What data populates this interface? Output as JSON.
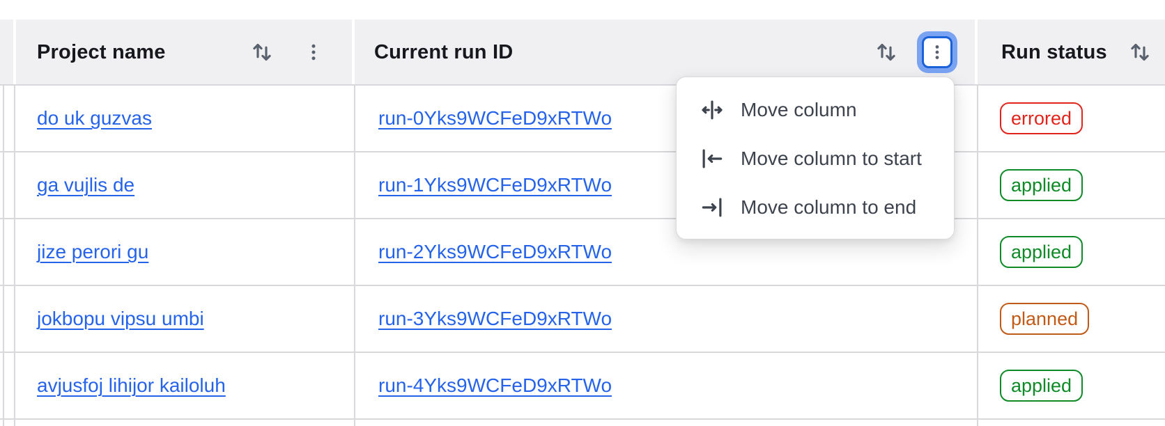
{
  "table": {
    "columns": [
      {
        "label": "Project name",
        "icons": [
          "sort-arrows-icon",
          "kebab-menu-icon"
        ]
      },
      {
        "label": "Current run ID",
        "icons": [
          "sort-arrows-icon",
          "kebab-menu-icon"
        ],
        "menu_open": true
      },
      {
        "label": "Run status",
        "icons": [
          "sort-arrows-icon"
        ]
      }
    ],
    "rows": [
      {
        "project_name": "do uk guzvas",
        "run_id": "run-0Yks9WCFeD9xRTWo",
        "status": "errored"
      },
      {
        "project_name": "ga vujlis de",
        "run_id": "run-1Yks9WCFeD9xRTWo",
        "status": "applied"
      },
      {
        "project_name": "jize perori gu",
        "run_id": "run-2Yks9WCFeD9xRTWo",
        "status": "applied"
      },
      {
        "project_name": "jokbopu vipsu umbi",
        "run_id": "run-3Yks9WCFeD9xRTWo",
        "status": "planned"
      },
      {
        "project_name": "avjusfoj lihijor kailoluh",
        "run_id": "run-4Yks9WCFeD9xRTWo",
        "status": "applied"
      }
    ]
  },
  "menu": {
    "items": [
      {
        "label": "Move column",
        "icon": "move-column-icon"
      },
      {
        "label": "Move column to start",
        "icon": "move-column-to-start-icon"
      },
      {
        "label": "Move column to end",
        "icon": "move-column-to-end-icon"
      }
    ]
  },
  "colors": {
    "header_bg": "#f0f0f2",
    "grid_border": "#d8d8dc",
    "link_blue": "#2563eb",
    "focus_ring_outer": "#7aa3f2",
    "focus_ring_inner": "#1b61d9",
    "status_errored": "#e0241c",
    "status_applied": "#0e8a27",
    "status_planned": "#c05a16",
    "icon_gray": "#5a616e",
    "menu_text": "#3d434d"
  }
}
